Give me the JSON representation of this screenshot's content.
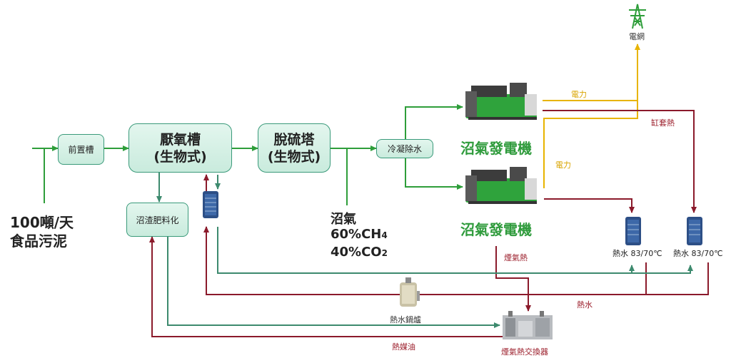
{
  "nodes": {
    "pretank": "前置槽",
    "anaerobic_line1": "厭氧槽",
    "anaerobic_line2": "(生物式)",
    "desulf_line1": "脫硫塔",
    "desulf_line2": "(生物式)",
    "condense": "冷凝除水",
    "fertilizer": "沼渣肥料化"
  },
  "labels": {
    "input_line1": "100噸/天",
    "input_line2": "食品污泥",
    "biogas": "沼氣",
    "ch4": "60%CH",
    "ch4_sub": "4",
    "co2": "40%CO",
    "co2_sub": "2",
    "generator1": "沼氣發電機",
    "generator2": "沼氣發電機",
    "grid": "電網",
    "power1": "電力",
    "power2": "電力",
    "jacket_heat": "缸套熱",
    "exhaust_heat": "煙氣熱",
    "hot_water1": "熱水 83/70℃",
    "hot_water2": "熱水 83/70℃",
    "hot_water": "熱水",
    "boiler": "熱水鍋爐",
    "thermal_oil": "熱媒油",
    "exchanger": "煙氣熱交換器"
  },
  "colors": {
    "green_flow": "#2e9e3a",
    "teal_flow": "#3d8a6e",
    "red_flow": "#8b1a2b",
    "power": "#e8b400",
    "box_border": "#3a9a7a",
    "box_fill": "#d6efe4",
    "generator_text": "#2f9b3c"
  }
}
